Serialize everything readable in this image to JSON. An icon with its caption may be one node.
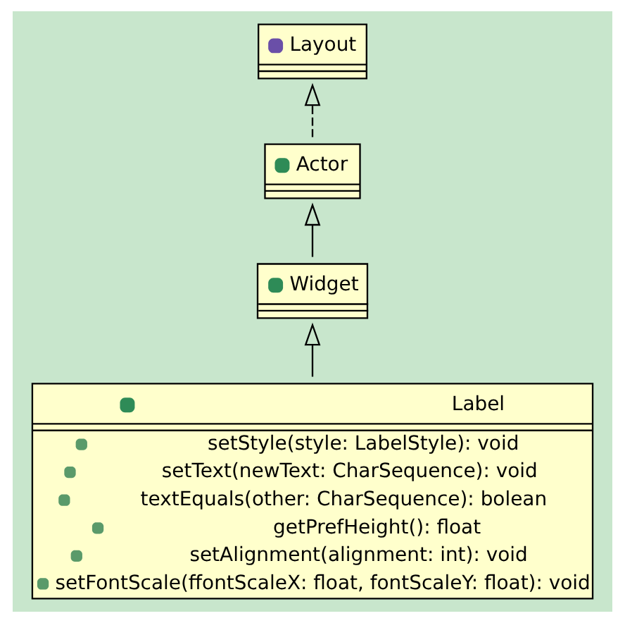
{
  "diagram": {
    "nodes": [
      {
        "text": [
          "Layout"
        ]
      },
      {
        "text": [
          "Actor"
        ]
      },
      {
        "text": [
          "Widget"
        ]
      },
      {
        "text": [
          "Label",
          "setStyle(style: LabelStyle): void",
          "setText(newText: CharSequence): void",
          "textEquals(other: CharSequence): bolean",
          "getPrefHeight(): float",
          "setAlignment(alignment: int): void",
          "setFontScale(ffontScaleX: float, fontScaleY: float): void"
        ]
      }
    ],
    "edges": [
      {
        "from": 1,
        "to": 0,
        "arrow": "to",
        "style": "dashed"
      },
      {
        "from": 2,
        "to": 1,
        "arrow": "to"
      },
      {
        "from": 3,
        "to": 2,
        "arrow": "to"
      }
    ]
  }
}
